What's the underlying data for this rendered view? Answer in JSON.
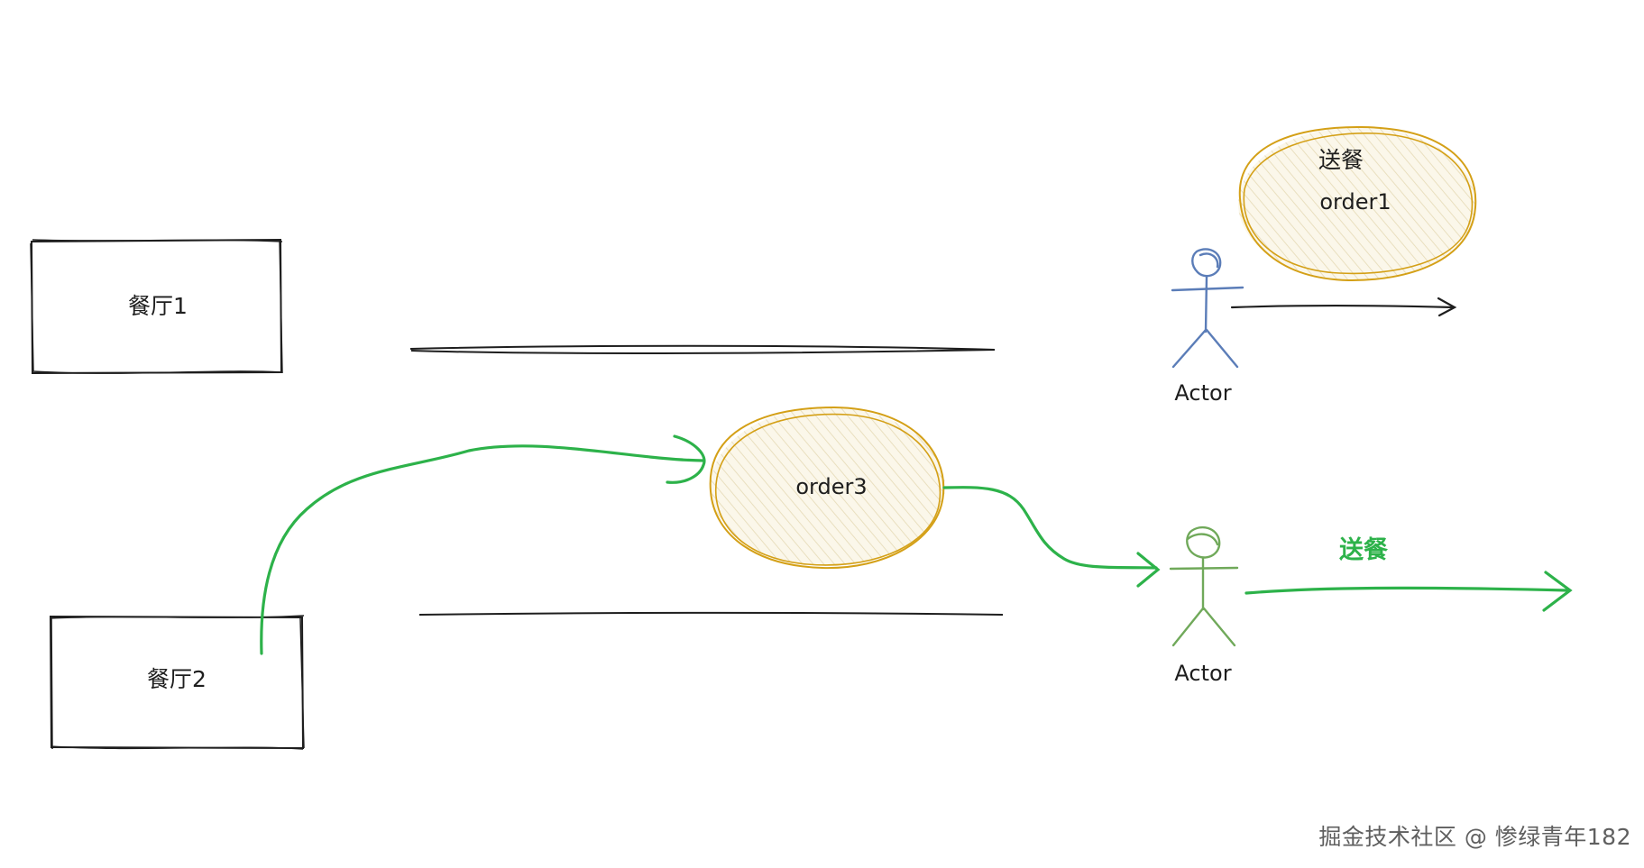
{
  "restaurants": [
    {
      "label": "餐厅1"
    },
    {
      "label": "餐厅2"
    }
  ],
  "orders": [
    {
      "label": "order1",
      "caption": "送餐"
    },
    {
      "label": "order3"
    }
  ],
  "actors": [
    {
      "label": "Actor",
      "color": "#5b7db8"
    },
    {
      "label": "Actor",
      "color": "#70a95a"
    }
  ],
  "delivery_label": "送餐",
  "colors": {
    "ink": "#1e1e1e",
    "order_stroke": "#d4a017",
    "order_fill": "#f3ecd2",
    "flow_green": "#2db24a"
  },
  "watermark": "掘金技术社区 @ 惨绿青年182"
}
